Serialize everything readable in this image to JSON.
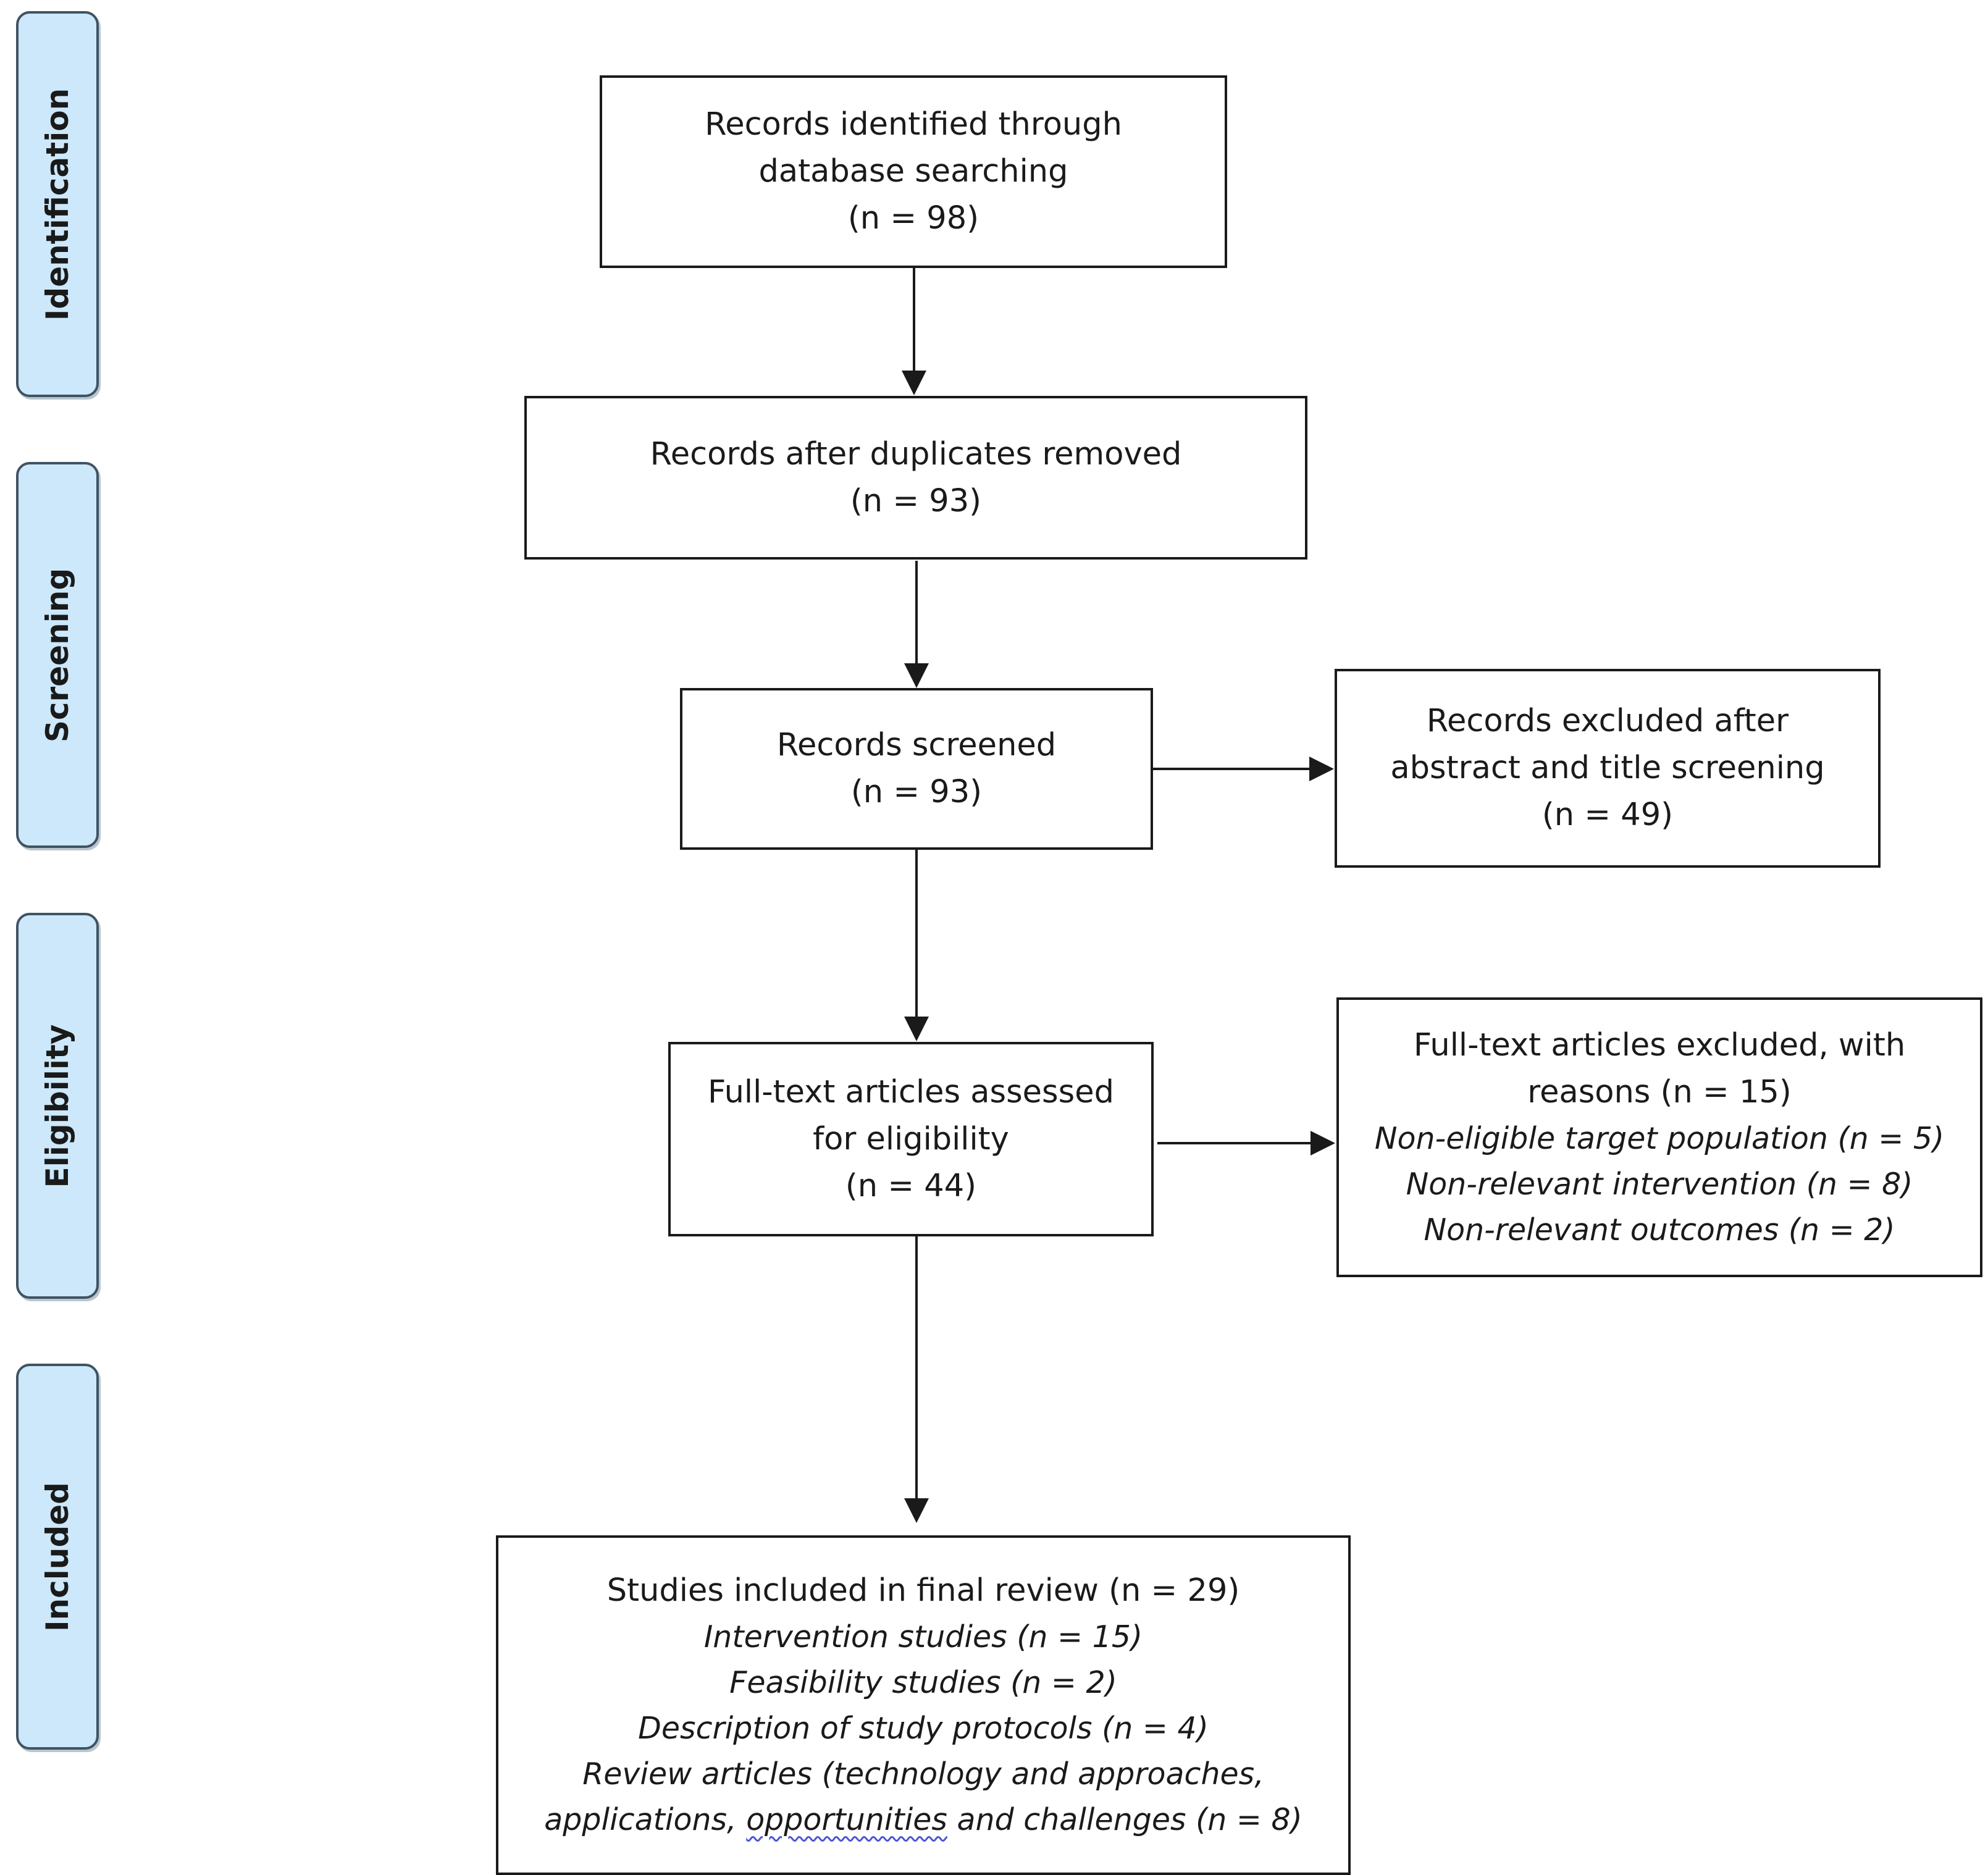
{
  "stages": {
    "identification": "Identification",
    "screening": "Screening",
    "eligibility": "Eligibility",
    "included": "Included"
  },
  "boxes": {
    "identified": {
      "lines": [
        "Records identified through",
        "database searching",
        "(n = 98)"
      ]
    },
    "deduplicated": {
      "lines": [
        "Records after duplicates removed",
        "(n = 93)"
      ]
    },
    "screened": {
      "lines": [
        "Records screened",
        "(n = 93)"
      ]
    },
    "excluded_screening": {
      "lines": [
        "Records excluded after",
        "abstract and title screening",
        "(n = 49)"
      ]
    },
    "fulltext": {
      "lines": [
        "Full-text articles assessed",
        "for eligibility",
        "(n = 44)"
      ]
    },
    "excluded_fulltext": {
      "lines": [
        "Full-text articles excluded, with",
        "reasons (n = 15)"
      ],
      "reasons": [
        "Non-eligible target population (n = 5)",
        "Non-relevant intervention (n = 8)",
        "Non-relevant outcomes (n = 2)"
      ]
    },
    "included": {
      "title": "Studies included in final review (n = 29)",
      "items": [
        "Intervention studies (n = 15)",
        "Feasibility studies (n = 2)",
        "Description of study protocols (n = 4)",
        "Review articles (technology and approaches,"
      ],
      "last_line_prefix": "applications, ",
      "last_line_word": "opportunities",
      "last_line_suffix": " and challenges (n = 8)"
    }
  }
}
